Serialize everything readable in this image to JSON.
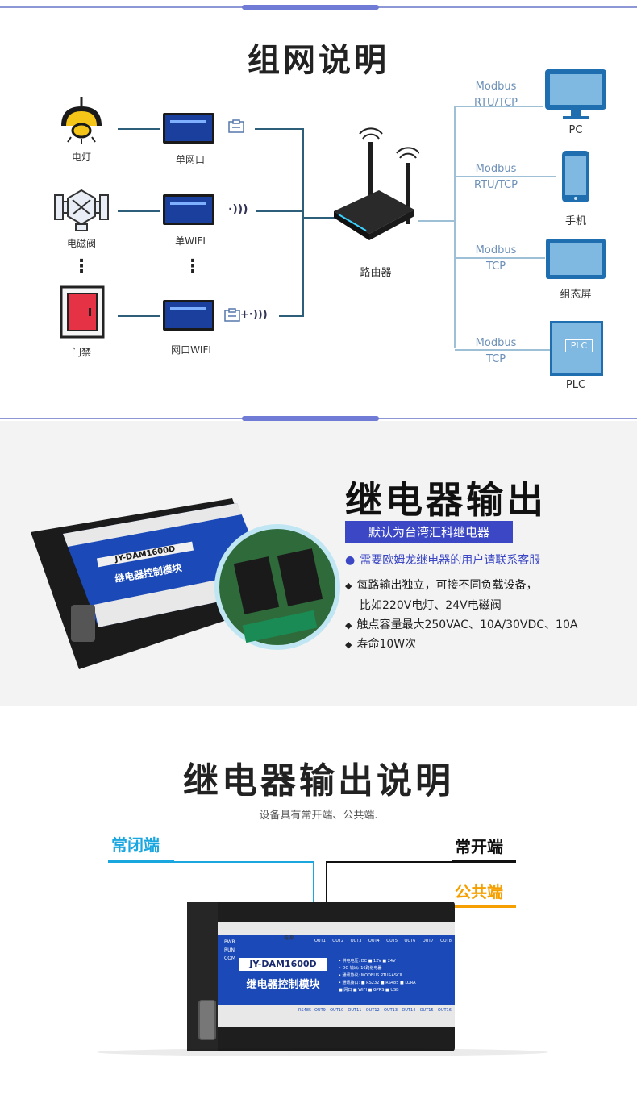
{
  "section1": {
    "title": "组网说明",
    "left_devices": [
      {
        "label": "电灯"
      },
      {
        "label": "电磁阀"
      },
      {
        "label": "门禁"
      }
    ],
    "modules": [
      {
        "label": "单网口"
      },
      {
        "label": "单WIFI"
      },
      {
        "label": "网口WIFI"
      }
    ],
    "router_label": "路由器",
    "targets": [
      {
        "protocol_line1": "Modbus",
        "protocol_line2": "RTU/TCP",
        "label": "PC"
      },
      {
        "protocol_line1": "Modbus",
        "protocol_line2": "RTU/TCP",
        "label": "手机"
      },
      {
        "protocol_line1": "Modbus",
        "protocol_line2": "TCP",
        "label": "组态屏"
      },
      {
        "protocol_line1": "Modbus",
        "protocol_line2": "TCP",
        "label": "PLC"
      }
    ],
    "plc_screen_text": "PLC",
    "ellipsis": "⋮",
    "wifi_glyph": "·)))",
    "netwifi_glyph": "+·)))"
  },
  "section2": {
    "title": "继电器输出",
    "banner": "默认为台湾汇科继电器",
    "notice": "需要欧姆龙继电器的用户请联系客服",
    "bullets": [
      {
        "line1": "每路输出独立，可接不同负载设备，",
        "line2": "比如220V电灯、24V电磁阀"
      },
      {
        "line1": "触点容量最大250VAC、10A/30VDC、10A",
        "line2": ""
      },
      {
        "line1": "寿命10W次",
        "line2": ""
      }
    ],
    "module_model": "JY-DAM1600D",
    "module_name": "继电器控制模块"
  },
  "section3": {
    "title": "继电器输出说明",
    "subtitle": "设备具有常开端、公共端.",
    "label_nc": "常闭端",
    "label_no": "常开端",
    "label_com": "公共端",
    "module_model": "JY-DAM1600D",
    "module_name": "继电器控制模块",
    "spec_lines": [
      "• 供电电压: DC ■ 12V ■ 24V",
      "• DO 输出: 16路继电器",
      "• 通讯协议: MODBUS RTU&ASCII",
      "• 通讯接口: ■ RS232 ■ RS485 ■ LORA",
      "■ 网口 ■ WIFI ■ GPRS ■ USB"
    ],
    "indicator_labels": [
      "PWR",
      "RUN",
      "COM"
    ],
    "power_label": "电源",
    "out_labels_top": [
      "OUT1",
      "OUT2",
      "OUT3",
      "OUT4",
      "OUT5",
      "OUT6",
      "OUT7",
      "OUT8"
    ],
    "out_labels_bottom": [
      "OUT9",
      "OUT10",
      "OUT11",
      "OUT12",
      "OUT13",
      "OUT14",
      "OUT15",
      "OUT16"
    ],
    "rs485_label": "RS485"
  },
  "colors": {
    "divider": "#8d97d6",
    "banner_bg": "#3b47c4",
    "nc_color": "#1aa7e0",
    "com_color": "#f5a000",
    "module_blue": "#1b4ab8"
  }
}
